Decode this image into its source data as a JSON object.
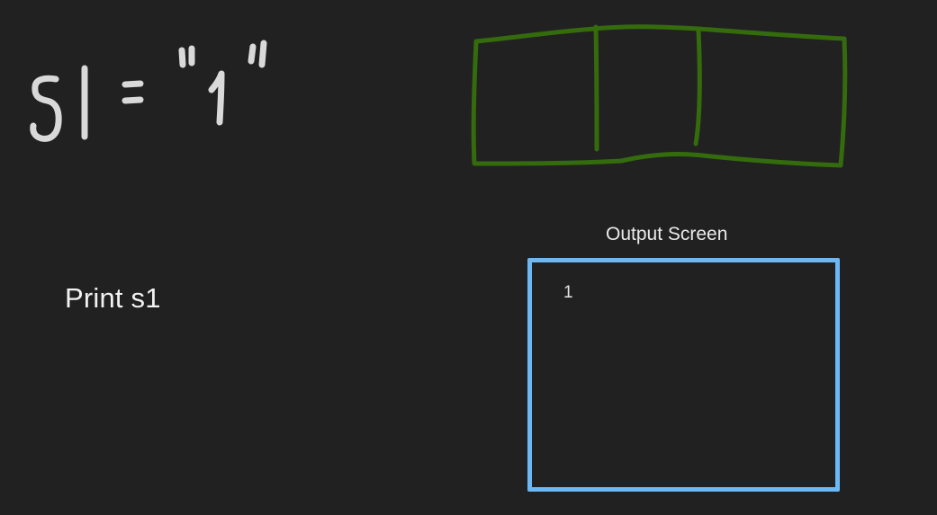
{
  "handwritten_code": {
    "text": "s1 = \"1\"",
    "stroke_color": "#d9d9d9"
  },
  "memory_cells": {
    "count": 3,
    "stroke_color": "#346b0c"
  },
  "print_statement": {
    "text": "Print s1"
  },
  "output_screen": {
    "title": "Output Screen",
    "content": "1",
    "border_color": "#6bb8f5"
  }
}
